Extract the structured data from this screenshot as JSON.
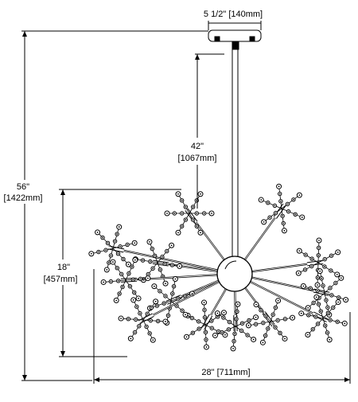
{
  "dimensions": {
    "canopy_width": "5 1/2\" [140mm]",
    "rod_length_in": "42\"",
    "rod_length_mm": "[1067mm]",
    "overall_height_in": "56\"",
    "overall_height_mm": "[1422mm]",
    "fixture_height_in": "18\"",
    "fixture_height_mm": "[457mm]",
    "fixture_width": "28\" [711mm]"
  }
}
